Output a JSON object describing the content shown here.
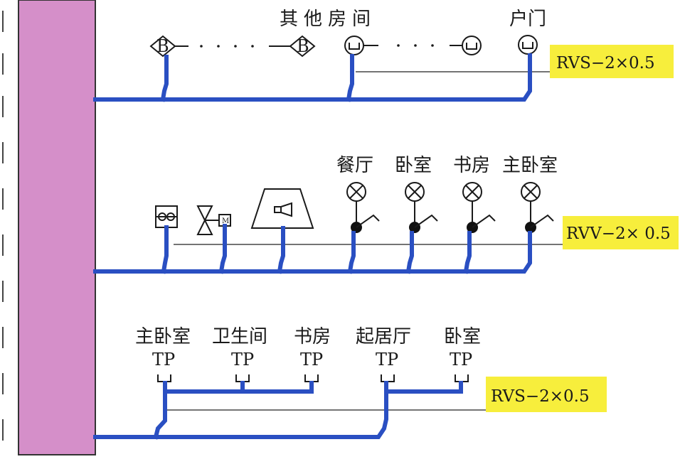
{
  "colors": {
    "trunk": "#d58fc9",
    "wire": "#2a4fc2",
    "highlight": "#f7ee3c"
  },
  "row1": {
    "label_other_rooms": "其他房间",
    "label_door": "户门",
    "intercom_symbol_letter": "B",
    "cable": "RVS−2×0.5"
  },
  "row2": {
    "rooms": [
      "餐厅",
      "卧室",
      "书房",
      "主卧室"
    ],
    "valve_symbol_letter": "M",
    "cable": "RVV−2× 0.5"
  },
  "row3": {
    "rooms": [
      "主卧室",
      "卫生间",
      "书房",
      "起居厅",
      "卧室"
    ],
    "outlet_label": "TP",
    "cable": "RVS−2×0.5"
  }
}
